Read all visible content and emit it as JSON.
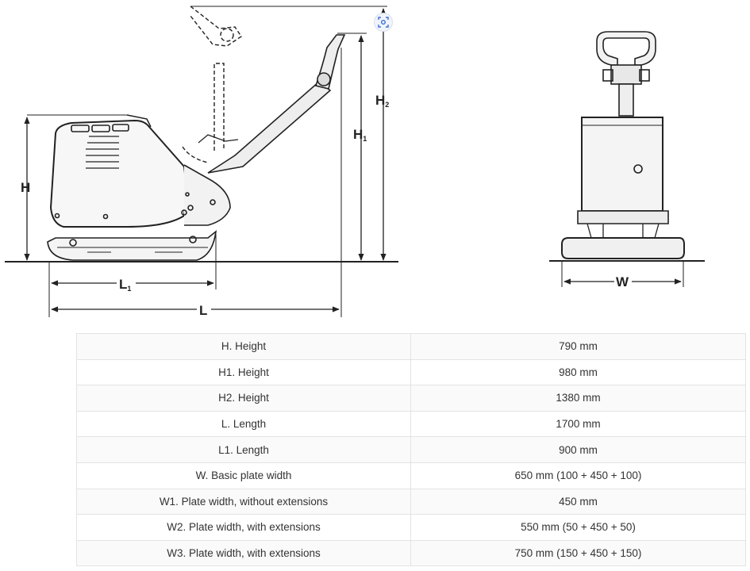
{
  "diagram": {
    "labels": {
      "H": "H",
      "H1": "H",
      "H1_sub": "1",
      "H2": "H",
      "H2_sub": "2",
      "L": "L",
      "L1": "L",
      "L1_sub": "1",
      "W": "W"
    },
    "icons": {
      "lens": "visual-search-icon"
    }
  },
  "table": {
    "rows": [
      {
        "label": "H. Height",
        "value": "790 mm"
      },
      {
        "label": "H1. Height",
        "value": "980 mm"
      },
      {
        "label": "H2. Height",
        "value": "1380 mm"
      },
      {
        "label": "L. Length",
        "value": "1700 mm"
      },
      {
        "label": "L1. Length",
        "value": "900 mm"
      },
      {
        "label": "W. Basic plate width",
        "value": "650 mm (100 + 450 + 100)"
      },
      {
        "label": "W1. Plate width, without extensions",
        "value": "450 mm"
      },
      {
        "label": "W2. Plate width, with extensions",
        "value": "550 mm (50 + 450 + 50)"
      },
      {
        "label": "W3. Plate width, with extensions",
        "value": "750 mm (150 + 450 + 150)"
      }
    ]
  }
}
